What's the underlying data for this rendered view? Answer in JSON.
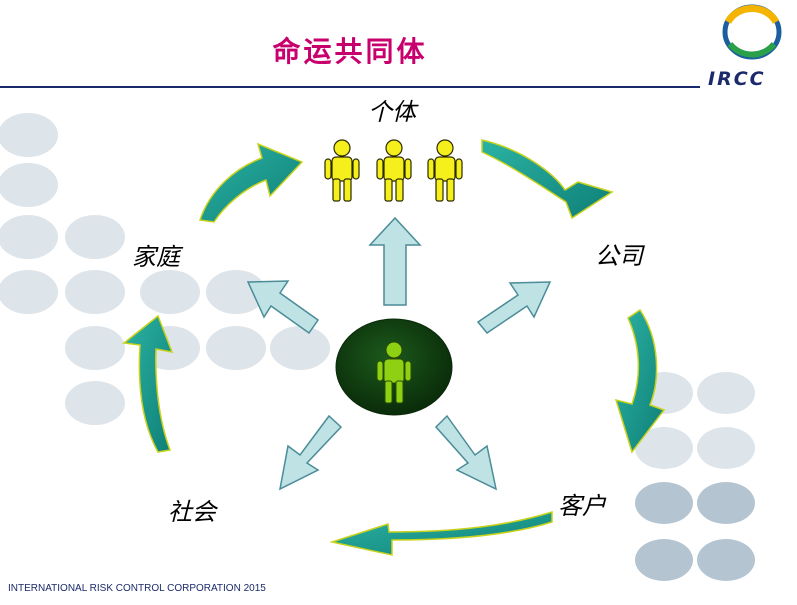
{
  "title": "命运共同体",
  "logo": {
    "text": "IRCC",
    "icon": "ircc-ring-logo-icon"
  },
  "nodes": {
    "top": "个体",
    "right": "公司",
    "bottom_right": "客户",
    "bottom_left": "社会",
    "left": "家庭"
  },
  "footer": "INTERNATIONAL RISK CONTROL CORPORATION 2015",
  "colors": {
    "title": "#c8006e",
    "rule": "#1b2a6b",
    "cycle_arrow": "#1a9a8c",
    "radial_arrow": "#bfe2e4",
    "center_circle": "#0d3d0d",
    "figure": "#f5ef1c",
    "center_figure": "#8ed012",
    "bubble": "#dde4ea"
  },
  "icons": [
    "person-figure-icon",
    "group-of-three-people-icon",
    "center-person-icon"
  ]
}
